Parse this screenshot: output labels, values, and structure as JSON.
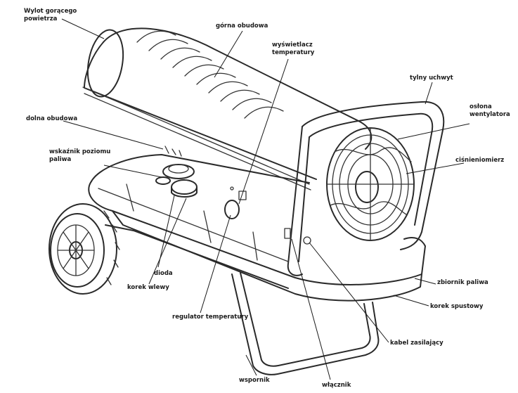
{
  "diagram": {
    "labels": {
      "hot_air_outlet": "Wylot gorącego\npowietrza",
      "upper_housing": "górna obudowa",
      "temp_display": "wyświetlacz\ntemperatury",
      "rear_handle": "tylny uchwyt",
      "fan_guard": "osłona\nwentylatora",
      "pressure_gauge": "ciśnieniomierz",
      "lower_housing": "dolna obudowa",
      "fuel_level": "wskaźnik poziomu\npaliwa",
      "diode": "dioda",
      "filler_cap": "korek wlewy",
      "temp_regulator": "regulator temperatury",
      "fuel_tank": "zbiornik paliwa",
      "drain_plug": "korek spustowy",
      "power_cable": "kabel zasilający",
      "support": "wspornik",
      "switch": "włącznik"
    }
  }
}
